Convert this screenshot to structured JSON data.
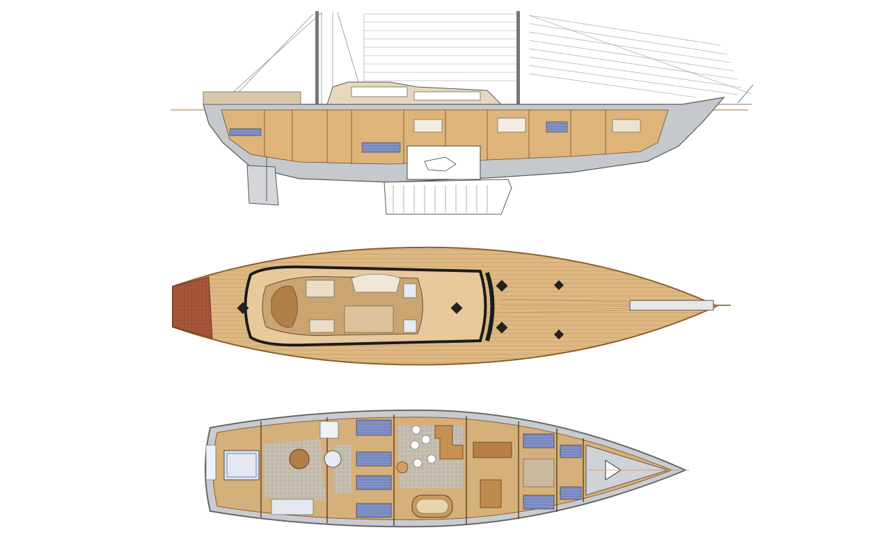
{
  "diagram": {
    "views": [
      {
        "id": "profile",
        "kind": "side-profile"
      },
      {
        "id": "deck",
        "kind": "deck-plan"
      },
      {
        "id": "accommodation",
        "kind": "accommodation-plan"
      }
    ]
  },
  "colors": {
    "background": "#ffffff",
    "teak": "#d9b27a",
    "teak_light": "#e8c793",
    "teak_dark": "#b8894f",
    "hull_grey": "#bfc3c8",
    "line": "#5b5b5b",
    "upholstery_blue": "#7d8fc6",
    "cockpit_red": "#a8573a",
    "sole_stone": "#bfb6a8",
    "hatch_black": "#222222"
  }
}
